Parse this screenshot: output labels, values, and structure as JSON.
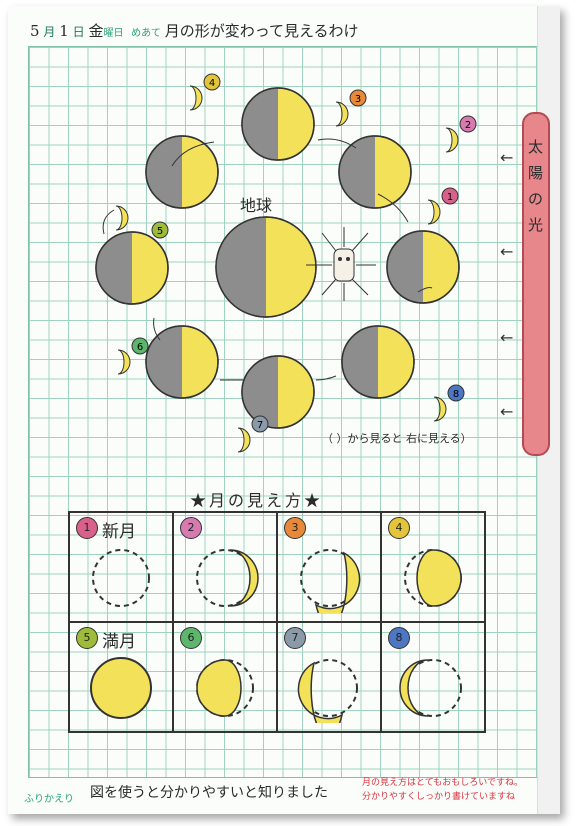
{
  "header": {
    "month": "5",
    "month_unit": "月",
    "day": "1",
    "day_unit": "日",
    "weekday": "金",
    "weekday_unit": "曜日",
    "aim_label": "めあて",
    "aim": "月の形が変わって見えるわけ"
  },
  "diagram": {
    "earth_label": "地球",
    "sunlight_label": "太陽の光",
    "note": "（ ）から見ると 右に見える）",
    "positions": [
      "1",
      "2",
      "3",
      "4",
      "5",
      "6",
      "7",
      "8"
    ],
    "colors": {
      "yellow": "#f3e15a",
      "gray": "#8d8d8d",
      "red": "#d9333f"
    }
  },
  "phases": {
    "title": "★月の見え方★",
    "cells": [
      {
        "num": "1",
        "name": "新月",
        "num_color": "#d9608a"
      },
      {
        "num": "2",
        "name": "",
        "num_color": "#d67ab0"
      },
      {
        "num": "3",
        "name": "",
        "num_color": "#e8893a"
      },
      {
        "num": "4",
        "name": "",
        "num_color": "#e3c43a"
      },
      {
        "num": "5",
        "name": "満月",
        "num_color": "#9fbb3a"
      },
      {
        "num": "6",
        "name": "",
        "num_color": "#5eb56c"
      },
      {
        "num": "7",
        "name": "",
        "num_color": "#8a9aa8"
      },
      {
        "num": "8",
        "name": "",
        "num_color": "#4d77c2"
      }
    ]
  },
  "footer": {
    "label": "ふりかえり",
    "reflection": "図を使うと分かりやすいと知りました",
    "teacher_comment_1": "月の見え方はとてもおもしろいですね。",
    "teacher_comment_2": "分かりやすくしっかり書けていますね"
  }
}
